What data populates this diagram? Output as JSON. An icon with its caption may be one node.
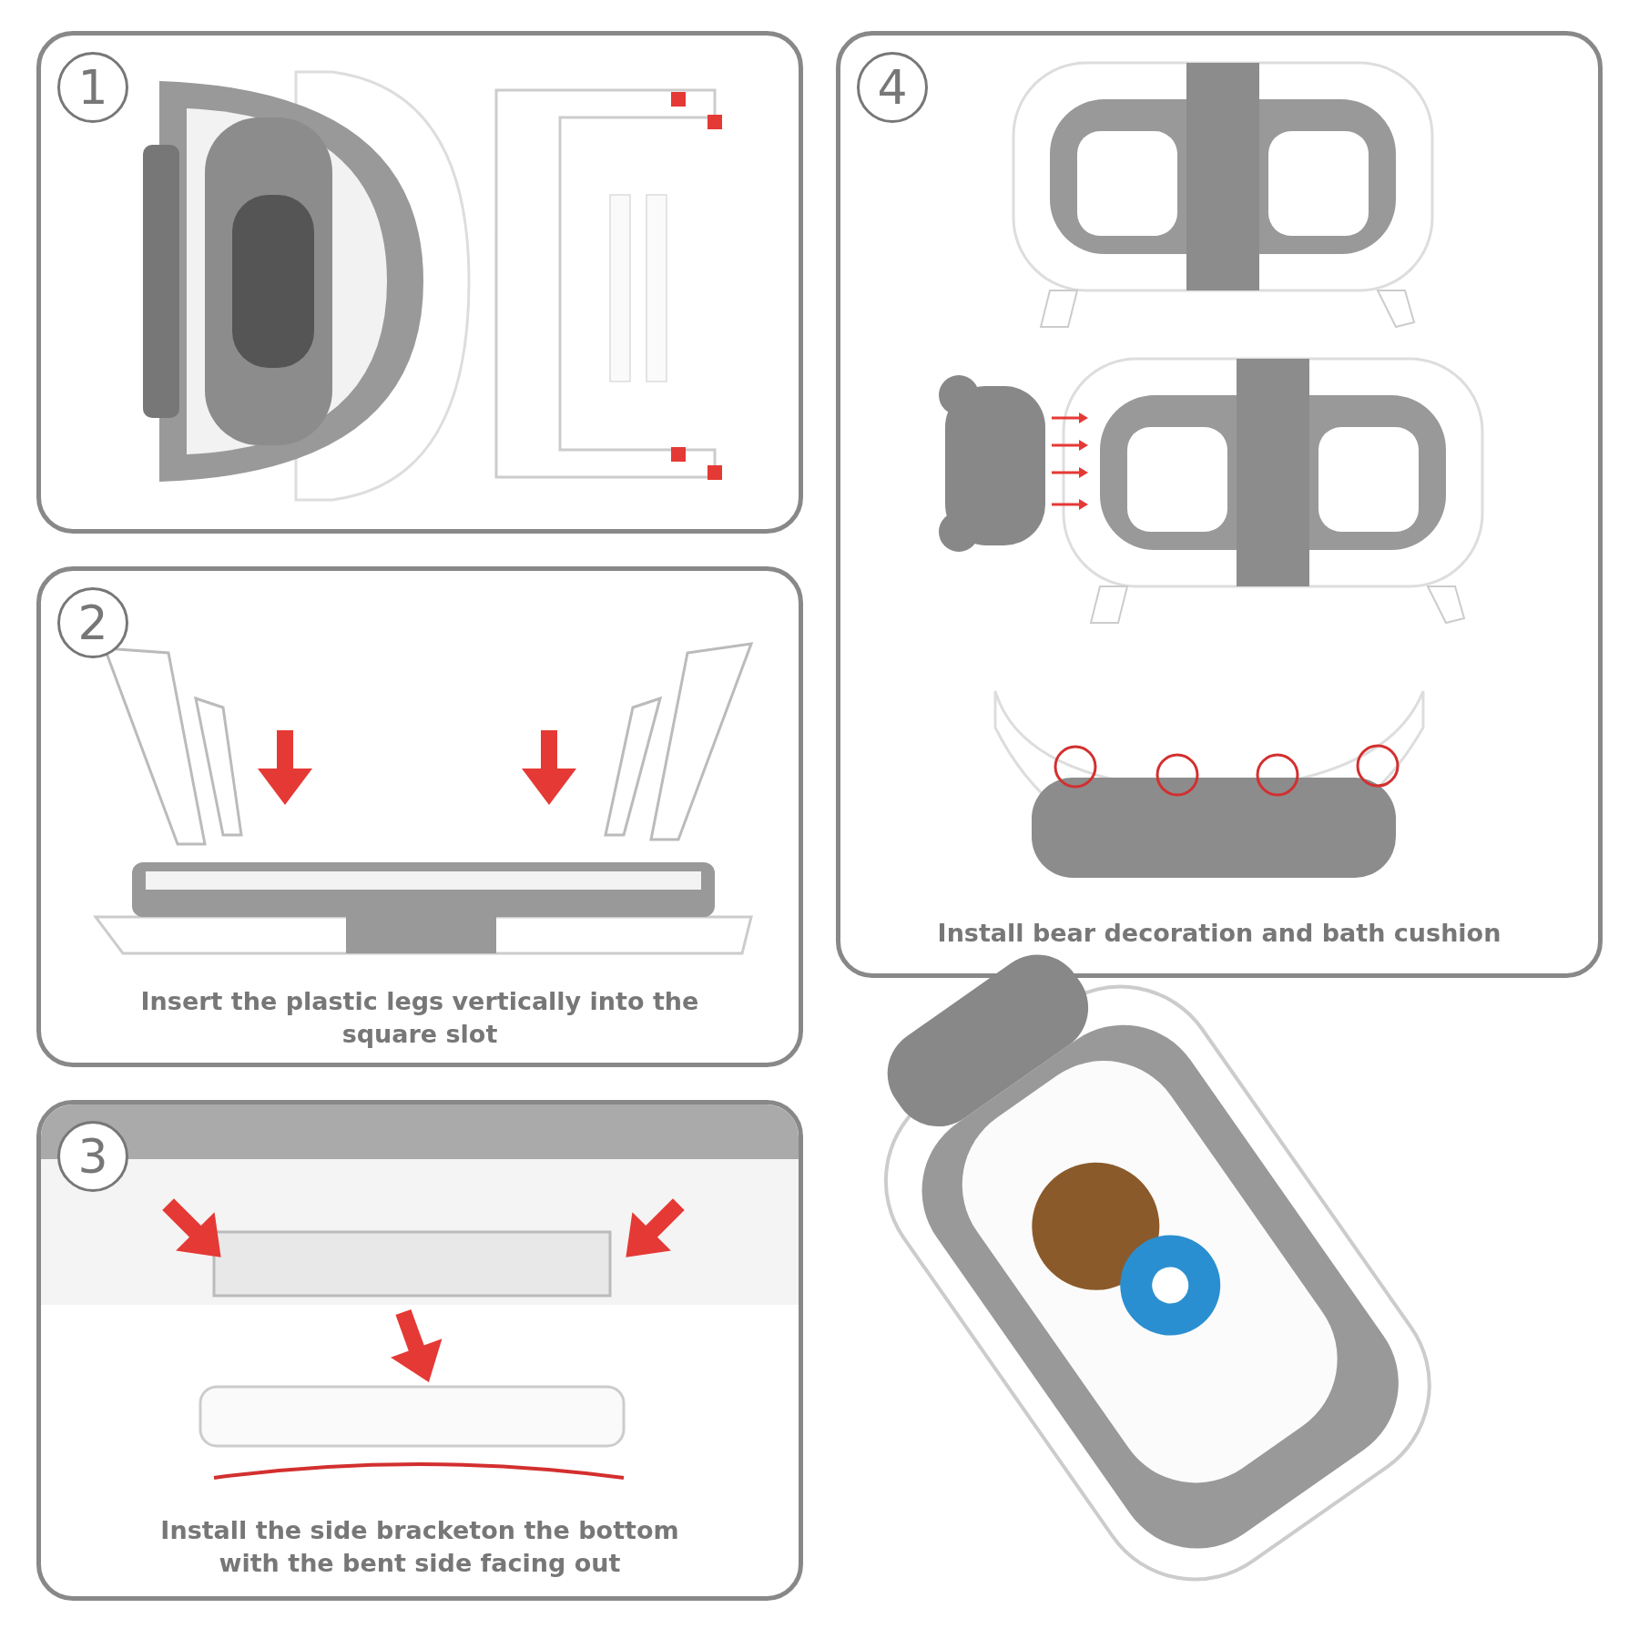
{
  "diagram": {
    "nodes": [
      {
        "text": [],
        "shape": "box"
      },
      {
        "text": [
          "1"
        ],
        "in": 0
      },
      {
        "text": [
          "Insert the plastic legs vertically into the square slot"
        ]
      },
      {
        "text": [
          "2"
        ],
        "in": 2
      },
      {
        "text": [
          "Install the side bracketon the bottom with the bent side facing out"
        ]
      },
      {
        "text": [
          "3"
        ],
        "in": 4
      },
      {
        "text": [
          "Install bear decoration and bath cushion"
        ]
      },
      {
        "text": [
          "4"
        ],
        "in": 6
      }
    ]
  }
}
